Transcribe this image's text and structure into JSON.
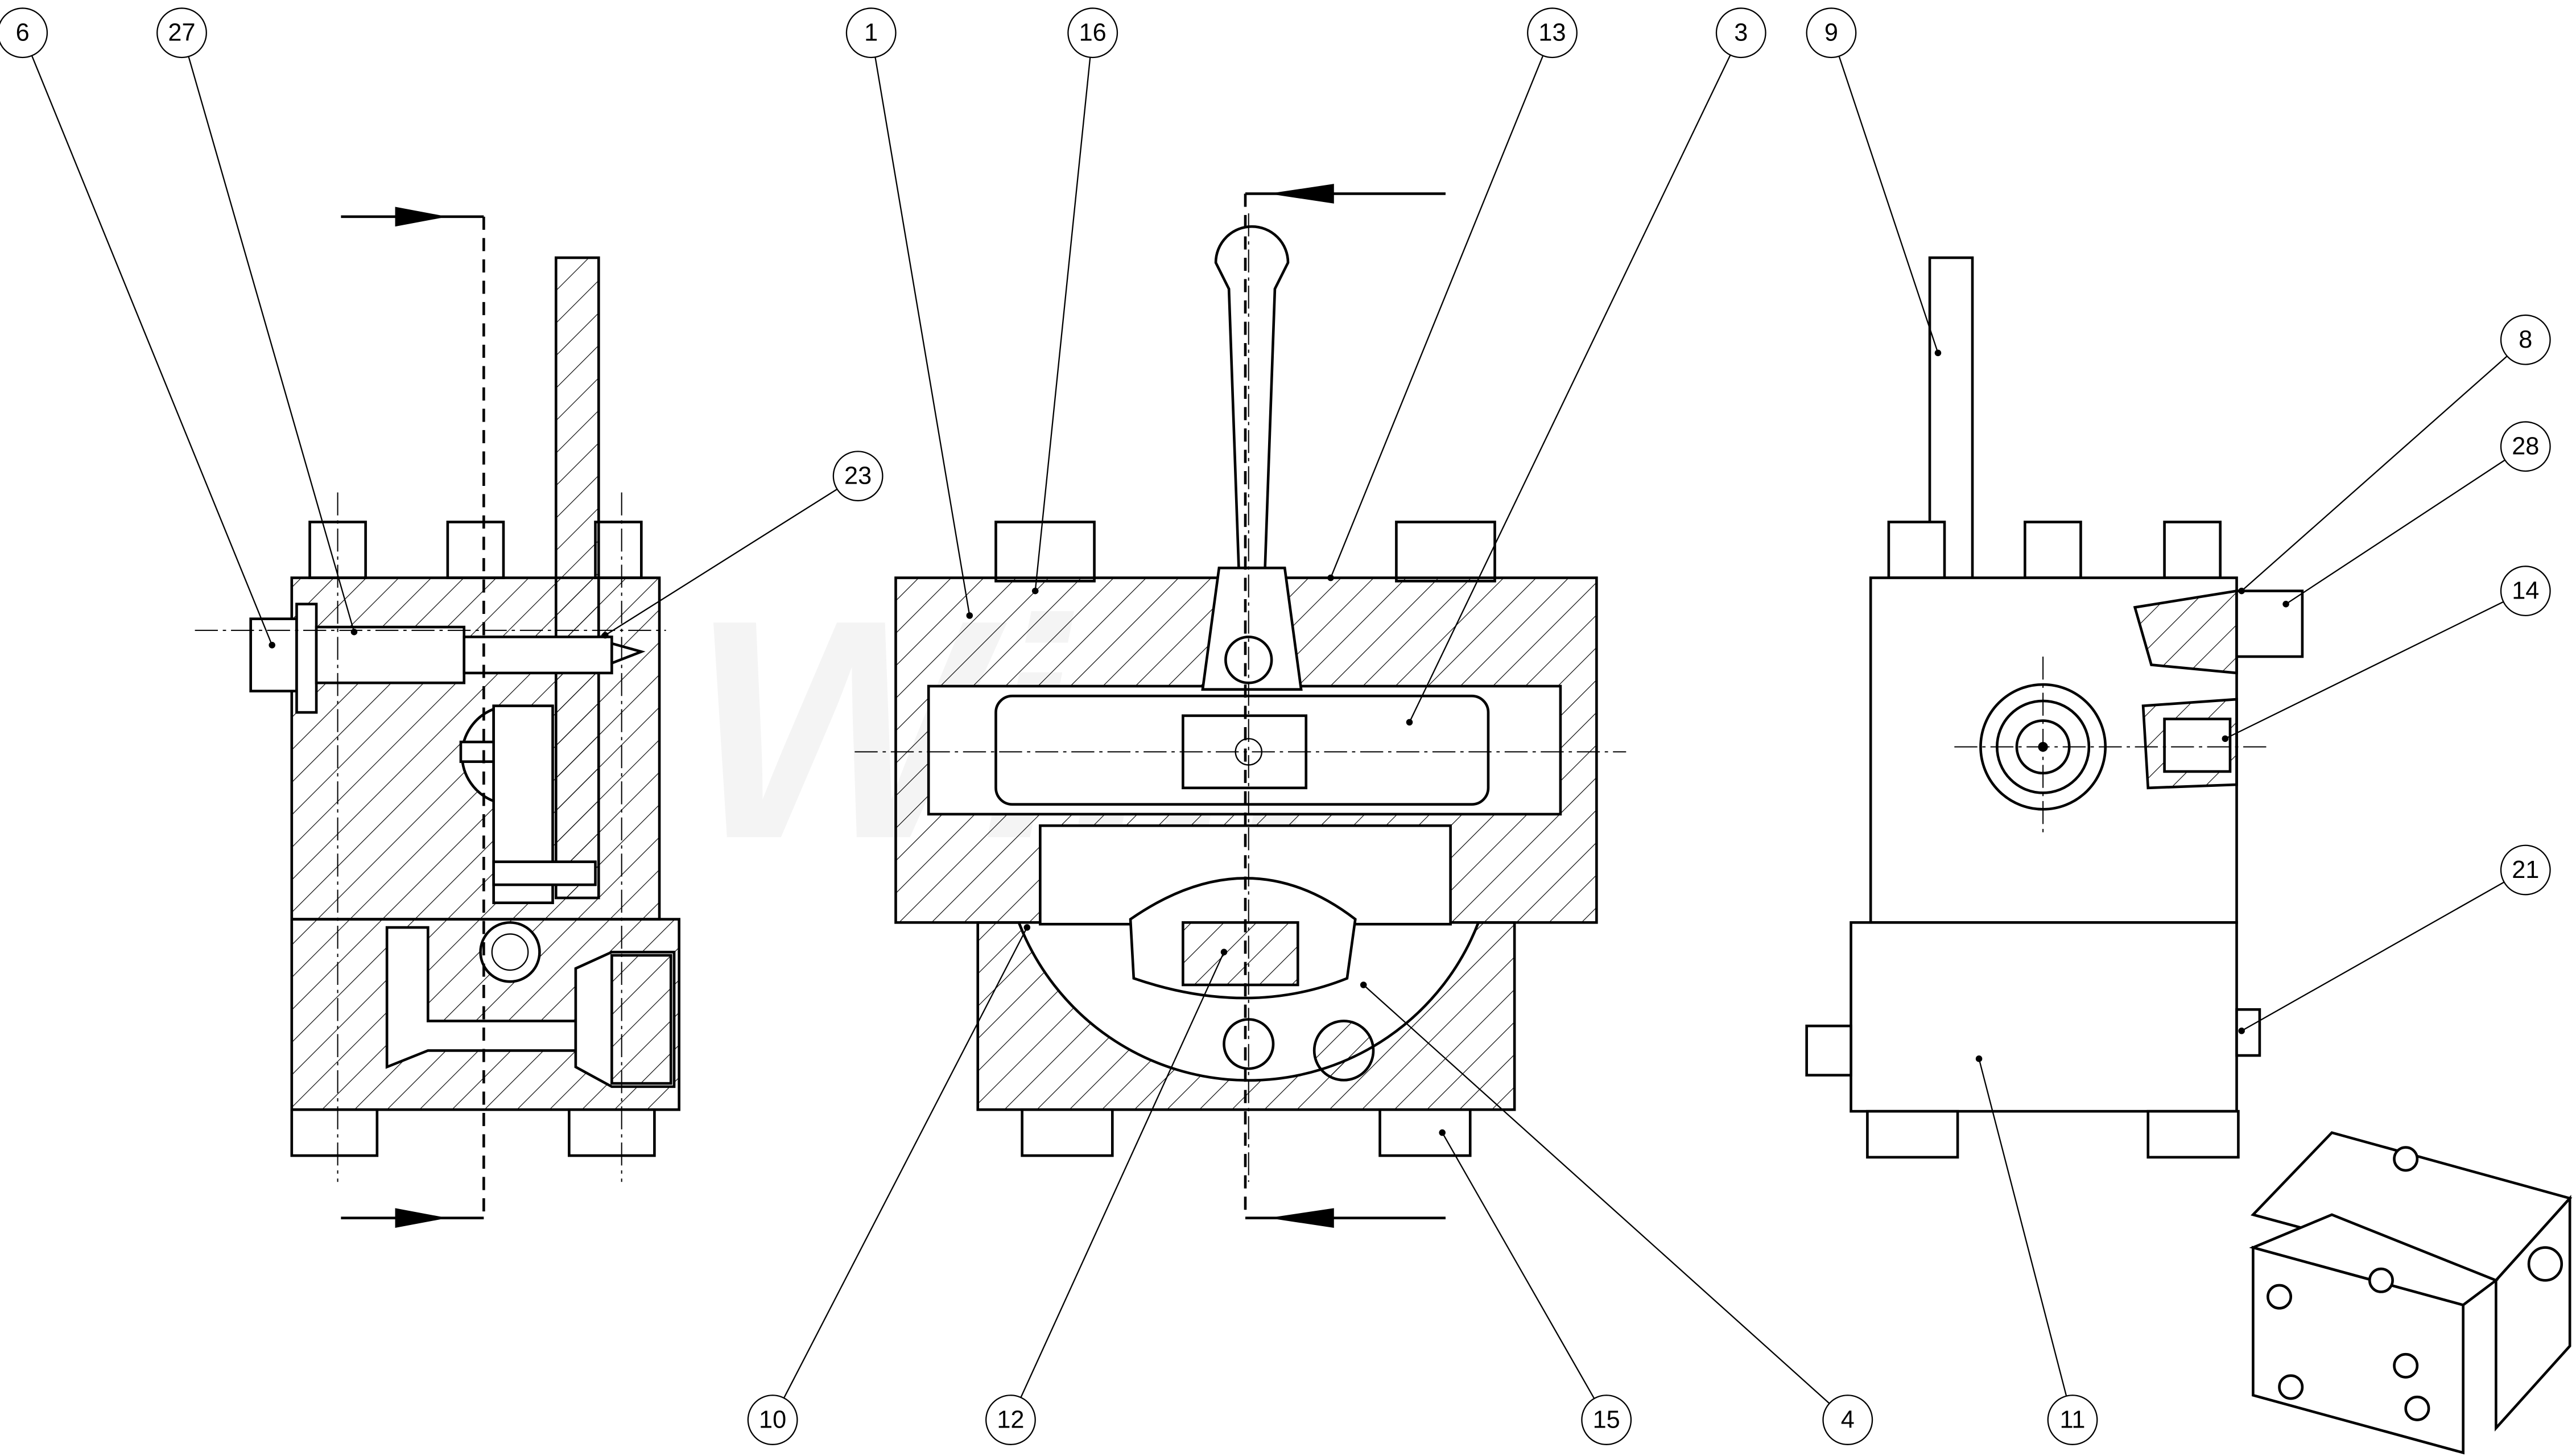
{
  "drawing": {
    "watermark": "Wi...",
    "balloons": [
      "6",
      "27",
      "1",
      "16",
      "13",
      "3",
      "9",
      "8",
      "28",
      "14",
      "23",
      "21",
      "10",
      "12",
      "15",
      "4",
      "11"
    ]
  }
}
